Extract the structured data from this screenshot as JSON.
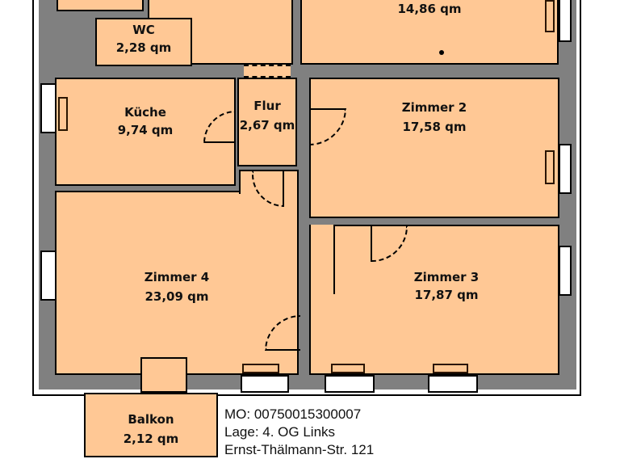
{
  "floorplan": {
    "rooms": [
      {
        "id": "room-top-right",
        "name": "",
        "area": "14,86 qm"
      },
      {
        "id": "wc",
        "name": "WC",
        "area": "2,28 qm"
      },
      {
        "id": "kueche",
        "name": "Küche",
        "area": "9,74 qm"
      },
      {
        "id": "flur",
        "name": "Flur",
        "area": "2,67 qm"
      },
      {
        "id": "zimmer2",
        "name": "Zimmer 2",
        "area": "17,58 qm"
      },
      {
        "id": "zimmer4",
        "name": "Zimmer 4",
        "area": "23,09 qm"
      },
      {
        "id": "zimmer3",
        "name": "Zimmer 3",
        "area": "17,87 qm"
      },
      {
        "id": "balkon",
        "name": "Balkon",
        "area": "2,12 qm"
      }
    ],
    "colors": {
      "room_fill": "#ffc895",
      "wall": "#808080",
      "outline": "#000000"
    }
  },
  "info": {
    "mo": "MO: 00750015300007",
    "lage": "Lage: 4. OG Links",
    "address": "Ernst-Thälmann-Str. 121"
  }
}
